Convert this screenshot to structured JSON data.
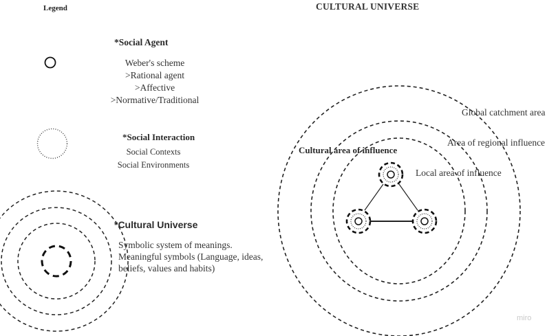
{
  "legend": {
    "title": "Legend",
    "social_agent": {
      "heading": "*Social Agent",
      "lines": [
        "Weber's scheme",
        ">Rational agent",
        ">Affective",
        ">Normative/Traditional"
      ]
    },
    "social_interaction": {
      "heading": "*Social Interaction",
      "lines": [
        "Social Contexts",
        "Social Environments"
      ]
    },
    "cultural_universe": {
      "heading": "*Cultural Universe",
      "lines": [
        "Symbolic system of meanings.",
        "Meaningful symbols (Language, ideas,",
        "beliefs, values and habits)"
      ]
    }
  },
  "diagram": {
    "title": "CULTURAL UNIVERSE",
    "rings": {
      "global": "Global catchment area",
      "regional": "Area of regional influence",
      "local": "Local area of influence"
    },
    "core_label": "Cultural area of influence"
  },
  "watermark": "miro"
}
